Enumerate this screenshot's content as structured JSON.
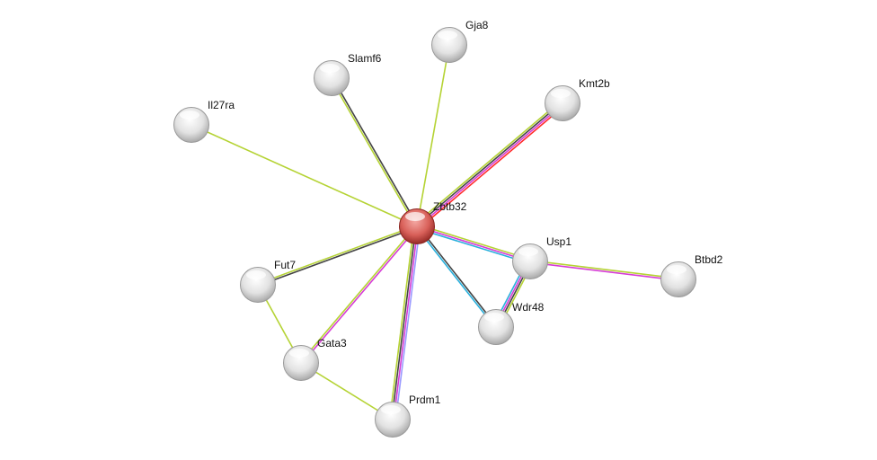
{
  "network": {
    "query_node": "Zbtb32",
    "nodes": [
      {
        "id": "Zbtb32",
        "query": true
      },
      {
        "id": "Gja8"
      },
      {
        "id": "Slamf6"
      },
      {
        "id": "Il27ra"
      },
      {
        "id": "Kmt2b"
      },
      {
        "id": "Usp1"
      },
      {
        "id": "Btbd2"
      },
      {
        "id": "Wdr48"
      },
      {
        "id": "Fut7"
      },
      {
        "id": "Gata3"
      },
      {
        "id": "Prdm1"
      }
    ],
    "edges": [
      {
        "source": "Zbtb32",
        "target": "Kmt2b",
        "colors": [
          "#b5d334",
          "#444444",
          "#d63cd6",
          "#ff2a2a"
        ]
      },
      {
        "source": "Zbtb32",
        "target": "Gja8",
        "colors": [
          "#b5d334"
        ]
      },
      {
        "source": "Zbtb32",
        "target": "Slamf6",
        "colors": [
          "#b5d334",
          "#444444"
        ]
      },
      {
        "source": "Zbtb32",
        "target": "Il27ra",
        "colors": [
          "#b5d334"
        ]
      },
      {
        "source": "Zbtb32",
        "target": "Fut7",
        "colors": [
          "#444444",
          "#b5d334"
        ]
      },
      {
        "source": "Zbtb32",
        "target": "Gata3",
        "colors": [
          "#d63cd6",
          "#b5d334"
        ]
      },
      {
        "source": "Zbtb32",
        "target": "Prdm1",
        "colors": [
          "#9a9aff",
          "#d63cd6",
          "#444444",
          "#b5d334"
        ]
      },
      {
        "source": "Zbtb32",
        "target": "Wdr48",
        "colors": [
          "#444444",
          "#2ab0dc"
        ]
      },
      {
        "source": "Zbtb32",
        "target": "Usp1",
        "colors": [
          "#b5d334",
          "#d63cd6",
          "#2ab0dc"
        ]
      },
      {
        "source": "Usp1",
        "target": "Btbd2",
        "colors": [
          "#b5d334",
          "#d63cd6"
        ]
      },
      {
        "source": "Usp1",
        "target": "Wdr48",
        "colors": [
          "#b5d334",
          "#444444",
          "#d63cd6",
          "#2ab0dc"
        ]
      },
      {
        "source": "Fut7",
        "target": "Gata3",
        "colors": [
          "#b5d334"
        ]
      },
      {
        "source": "Gata3",
        "target": "Prdm1",
        "colors": [
          "#b5d334"
        ]
      }
    ]
  },
  "colors": {
    "query_node": "#d9534f",
    "node": "#e8e8e8"
  }
}
